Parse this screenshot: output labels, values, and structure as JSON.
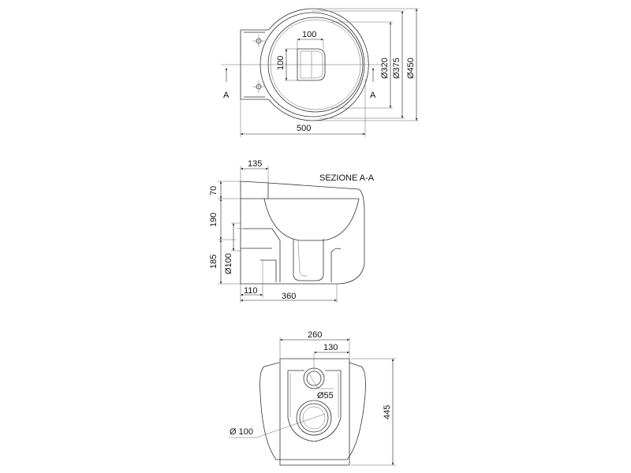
{
  "top_view": {
    "hole_width": "100",
    "hole_depth": "100",
    "section_mark_left": "A",
    "section_mark_right": "A",
    "dia_inner": "Ø320",
    "dia_mid": "Ø375",
    "dia_outer": "Ø450",
    "overall_length": "500"
  },
  "section_view": {
    "title": "SEZIONE A-A",
    "top_depth": "135",
    "height_top": "70",
    "height_mid": "190",
    "height_bottom": "185",
    "outlet_dia": "Ø100",
    "outlet_offset": "110",
    "base_length": "360"
  },
  "back_view": {
    "width": "260",
    "half_width": "130",
    "inlet_dia": "Ø55",
    "outlet_dia": "Ø 100",
    "height": "445"
  }
}
